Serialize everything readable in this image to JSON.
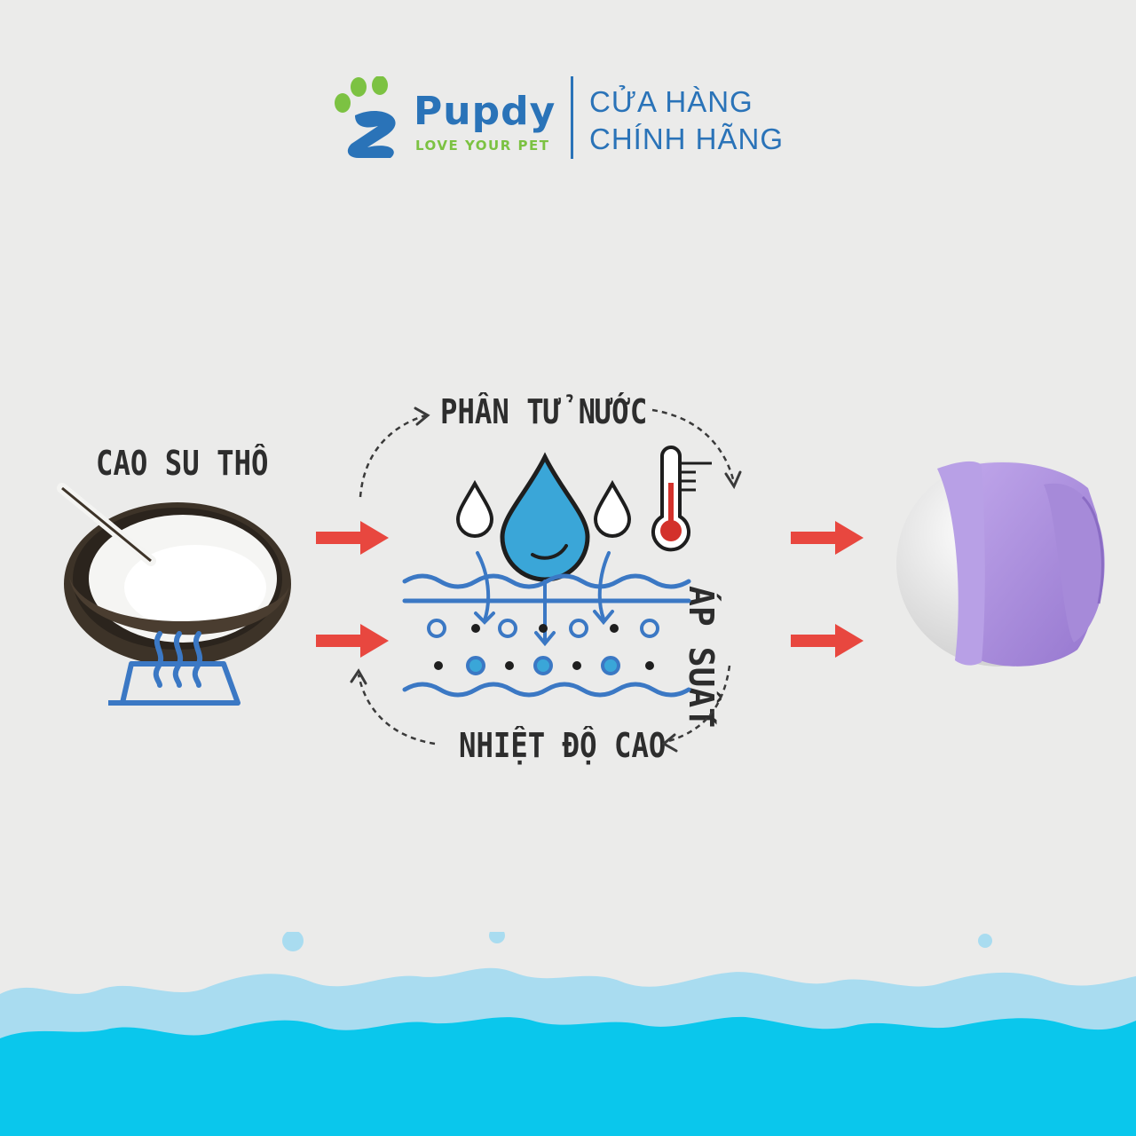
{
  "brand": {
    "name": "Pupdy",
    "tagline": "LOVE YOUR PET",
    "store_line_1": "CỬA HÀNG",
    "store_line_2": "CHÍNH HÃNG"
  },
  "diagram": {
    "raw_material_label": "CAO SU THÔ",
    "water_label": "PHÂN TỬ NƯỚC",
    "pressure_label": "ÁP SUẤT",
    "heat_label": "NHIỆT ĐỘ CAO"
  },
  "colors": {
    "background": "#ebebea",
    "brand_blue": "#2a73b8",
    "brand_green": "#7cc242",
    "arrow_red": "#e8473f",
    "water_blue": "#3aa6d8",
    "process_blue": "#3b78c4",
    "product_purple": "#a98ad8",
    "sea": "#0ac7ec"
  },
  "icons": [
    "paw-logo-icon",
    "bowl-icon",
    "heat-burner-icon",
    "water-drop-icon",
    "thermometer-icon",
    "dog-ball-toy-icon"
  ]
}
